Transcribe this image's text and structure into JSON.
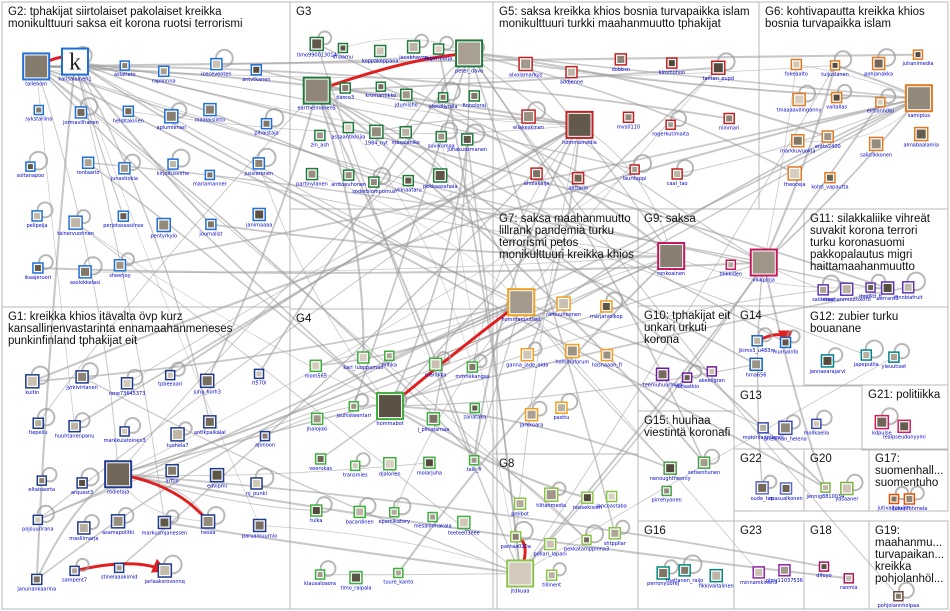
{
  "groups": [
    {
      "id": "G1",
      "title_lines": [
        "G1: kreikka khios itävalta övp kurz",
        "kansallinenvastarinta ennamaahanmeneses",
        "punkinfinland tphakijat eit"
      ],
      "color": "#1e3a8a"
    },
    {
      "id": "G2",
      "title_lines": [
        "G2: tphakijat siirtolaiset pakolaiset kreikka",
        "monikulttuuri saksa eit korona ruotsi terrorismi"
      ],
      "color": "#1f6fd6"
    },
    {
      "id": "G3",
      "title_lines": [
        "G3"
      ],
      "color": "#1f7a3a"
    },
    {
      "id": "G4",
      "title_lines": [
        "G4"
      ],
      "color": "#3fae3f"
    },
    {
      "id": "G5",
      "title_lines": [
        "G5: saksa kreikka khios bosnia turvapaikka islam",
        "monikulttuuri turkki maahanmuutto tphakijat"
      ],
      "color": "#c02020"
    },
    {
      "id": "G6",
      "title_lines": [
        "G6: kohtivapautta kreikka khios",
        "bosnia turvapaikka islam"
      ],
      "color": "#e07a20"
    },
    {
      "id": "G7",
      "title_lines": [
        "G7: saksa maahanmuutto",
        "lillrank pandemia turku",
        "terrorismi petos",
        "monikulttuuri kreikka khios"
      ],
      "color": "#f0a020"
    },
    {
      "id": "G8",
      "title_lines": [
        "G8"
      ],
      "color": "#8bc34a"
    },
    {
      "id": "G9",
      "title_lines": [
        "G9: saksa"
      ],
      "color": "#c2185b"
    },
    {
      "id": "G10",
      "title_lines": [
        "G10: tphakijat eit",
        "unkari urkuti",
        "korona"
      ],
      "color": "#6a1b9a"
    },
    {
      "id": "G11",
      "title_lines": [
        "G11: silakkaliike vihreät",
        "suvakit korona terrori",
        "turku koronasuomi",
        "pakkopalautus migri",
        "haittamaahanmuutto"
      ],
      "color": "#5e35b1"
    },
    {
      "id": "G12",
      "title_lines": [
        "G12: zubier turku",
        "bouanane"
      ],
      "color": "#00838f"
    },
    {
      "id": "G13",
      "title_lines": [
        "G13"
      ],
      "color": "#3949ab"
    },
    {
      "id": "G14",
      "title_lines": [
        "G14"
      ],
      "color": "#1565c0"
    },
    {
      "id": "G15",
      "title_lines": [
        "G15: huuhaa",
        "viestintä koronafi"
      ],
      "color": "#43a047"
    },
    {
      "id": "G16",
      "title_lines": [
        "G16"
      ],
      "color": "#00897b"
    },
    {
      "id": "G17",
      "title_lines": [
        "G17:",
        "suomenhall...",
        "suomentuho"
      ],
      "color": "#e65100"
    },
    {
      "id": "G18",
      "title_lines": [
        "G18"
      ],
      "color": "#ad1457"
    },
    {
      "id": "G19",
      "title_lines": [
        "G19:",
        "maahanmu...",
        "turvapaikan...",
        "kreikka",
        "pohjolanhöl..."
      ],
      "color": "#6d4c41"
    },
    {
      "id": "G20",
      "title_lines": [
        "G20"
      ],
      "color": "#7cb342"
    },
    {
      "id": "G21",
      "title_lines": [
        "G21: politiikka"
      ],
      "color": "#d81b60"
    },
    {
      "id": "G22",
      "title_lines": [
        "G22"
      ],
      "color": "#5c6bc0"
    },
    {
      "id": "G23",
      "title_lines": [
        "G23"
      ],
      "color": "#8e24aa"
    }
  ],
  "nodes": [
    {
      "label": "tallenom",
      "group": "G2"
    },
    {
      "label": "kansalainen1",
      "group": "G2"
    },
    {
      "label": "asiatieto",
      "group": "G2"
    },
    {
      "label": "raplinnna",
      "group": "G2"
    },
    {
      "label": "iceceventen",
      "group": "G2"
    },
    {
      "label": "antvtkanen",
      "group": "G2"
    },
    {
      "label": "sykstariina",
      "group": "G2"
    },
    {
      "label": "jormavilhanen",
      "group": "G2"
    },
    {
      "label": "helditakinen",
      "group": "G2"
    },
    {
      "label": "aplumlenan",
      "group": "G2"
    },
    {
      "label": "maalaisliitto",
      "group": "G2"
    },
    {
      "label": "pihaistaja",
      "group": "G2"
    },
    {
      "label": "soltanapoo",
      "group": "G2"
    },
    {
      "label": "rontaario",
      "group": "G2"
    },
    {
      "label": "junastiokia",
      "group": "G2"
    },
    {
      "label": "kirjoitusvirhe",
      "group": "G2"
    },
    {
      "label": "mariamanner",
      "group": "G2"
    },
    {
      "label": "jussiaronen",
      "group": "G2"
    },
    {
      "label": "pelipeija",
      "group": "G2"
    },
    {
      "label": "tainervuorinen",
      "group": "G2"
    },
    {
      "label": "perjotassasiinse",
      "group": "G2"
    },
    {
      "label": "pentyrkylo",
      "group": "G2"
    },
    {
      "label": "journalist",
      "group": "G2"
    },
    {
      "label": "janimaaaa",
      "group": "G2"
    },
    {
      "label": "ikaajeruori",
      "group": "G2"
    },
    {
      "label": "asolokkelasi",
      "group": "G2"
    },
    {
      "label": "sheerjoy",
      "group": "G2"
    },
    {
      "label": "timo990013014",
      "group": "G3"
    },
    {
      "label": "khaamu",
      "group": "G3"
    },
    {
      "label": "koppakeppana",
      "group": "G3"
    },
    {
      "label": "jacobhavaa",
      "group": "G3"
    },
    {
      "label": "fagermarja",
      "group": "G3"
    },
    {
      "label": "peter_davo",
      "group": "G3"
    },
    {
      "label": "earthelmonen5",
      "group": "G3"
    },
    {
      "label": "pasco3",
      "group": "G3"
    },
    {
      "label": "kromantikko",
      "group": "G3"
    },
    {
      "label": "jdumisho",
      "group": "G3"
    },
    {
      "label": "elekoljyrala",
      "group": "G3"
    },
    {
      "label": "finnoloraj",
      "group": "G3"
    },
    {
      "label": "zin_ash",
      "group": "G3"
    },
    {
      "label": "assaantikkijia",
      "group": "G3"
    },
    {
      "label": "1984_nyt",
      "group": "G3"
    },
    {
      "label": "masalanike",
      "group": "G3"
    },
    {
      "label": "suvikumaa",
      "group": "G3"
    },
    {
      "label": "juhakuosmanen",
      "group": "G3"
    },
    {
      "label": "partinylanen",
      "group": "G3"
    },
    {
      "label": "anttoeuhonen",
      "group": "G3"
    },
    {
      "label": "soderblompomus",
      "group": "G3"
    },
    {
      "label": "villnaataru",
      "group": "G3"
    },
    {
      "label": "pekkaasahaia",
      "group": "G3"
    },
    {
      "label": "mom565",
      "group": "G4"
    },
    {
      "label": "karl_luoppamaa",
      "group": "G4"
    },
    {
      "label": "mihka",
      "group": "G4"
    },
    {
      "label": "marlikka",
      "group": "G4"
    },
    {
      "label": "mrhnekangas",
      "group": "G4"
    },
    {
      "label": "jhalojoki",
      "group": "G4"
    },
    {
      "label": "jauhisteentari",
      "group": "G4"
    },
    {
      "label": "hommabot",
      "group": "G4"
    },
    {
      "label": "j_pihlajamaa",
      "group": "G4"
    },
    {
      "label": "zanataka",
      "group": "G4"
    },
    {
      "label": "veerukas",
      "group": "G4"
    },
    {
      "label": "transmies",
      "group": "G4"
    },
    {
      "label": "djalonen",
      "group": "G4"
    },
    {
      "label": "molarjuha",
      "group": "G4"
    },
    {
      "label": "talk_fi",
      "group": "G4"
    },
    {
      "label": "tulka",
      "group": "G4"
    },
    {
      "label": "bacardinen",
      "group": "G4"
    },
    {
      "label": "epamikatory",
      "group": "G4"
    },
    {
      "label": "mesalinmakala",
      "group": "G4"
    },
    {
      "label": "teetee03eee",
      "group": "G4"
    },
    {
      "label": "klausaloaora",
      "group": "G4"
    },
    {
      "label": "timo_raipala",
      "group": "G4"
    },
    {
      "label": "tuure_kanto",
      "group": "G4"
    },
    {
      "label": "alvolamarkus",
      "group": "G5"
    },
    {
      "label": "addjenne",
      "group": "G5"
    },
    {
      "label": "dobbsn",
      "group": "G5"
    },
    {
      "label": "kimmohoo",
      "group": "G5"
    },
    {
      "label": "tantan_pupd",
      "group": "G5"
    },
    {
      "label": "eliakeskinen",
      "group": "G5"
    },
    {
      "label": "hommamedia",
      "group": "G5"
    },
    {
      "label": "mvs0110",
      "group": "G5"
    },
    {
      "label": "rogerkutimaita",
      "group": "G5"
    },
    {
      "label": "niinmari",
      "group": "G5"
    },
    {
      "label": "aholakaija",
      "group": "G5"
    },
    {
      "label": "anttaria",
      "group": "G5"
    },
    {
      "label": "lauritappi",
      "group": "G5"
    },
    {
      "label": "caal_tao",
      "group": "G5"
    },
    {
      "label": "fokeaalto",
      "group": "G6"
    },
    {
      "label": "tuijusianen",
      "group": "G6"
    },
    {
      "label": "pohjanakka",
      "group": "G6"
    },
    {
      "label": "juhanimedia",
      "group": "G6"
    },
    {
      "label": "tmaaaavilinganny",
      "group": "G6"
    },
    {
      "label": "vaitallas",
      "group": "G6"
    },
    {
      "label": "eirtianh0bi",
      "group": "G6"
    },
    {
      "label": "samipius",
      "group": "G6"
    },
    {
      "label": "markkuvuokla",
      "group": "G6"
    },
    {
      "label": "antta2400",
      "group": "G6"
    },
    {
      "label": "saliclikkonen",
      "group": "G6"
    },
    {
      "label": "almabaalamia",
      "group": "G6"
    },
    {
      "label": "theoceja",
      "group": "G6"
    },
    {
      "label": "kohti_vapautta",
      "group": "G6"
    },
    {
      "label": "ronkoainen",
      "group": "G9"
    },
    {
      "label": "tilikkiden",
      "group": "G9"
    },
    {
      "label": "vilikpinja",
      "group": "G9"
    },
    {
      "label": "hommanuutiset",
      "group": "G7"
    },
    {
      "label": "ramuuhoonen",
      "group": "G7"
    },
    {
      "label": "marjatvolkop",
      "group": "G7"
    },
    {
      "label": "ganna_jade_aida",
      "group": "G7"
    },
    {
      "label": "hommaforum",
      "group": "G7"
    },
    {
      "label": "hasnaaan_fi",
      "group": "G7"
    },
    {
      "label": "jarkkoara",
      "group": "G7"
    },
    {
      "label": "pasttu",
      "group": "G7"
    },
    {
      "label": "teemuhuurmies",
      "group": "G10"
    },
    {
      "label": "sofiaatkio",
      "group": "G10"
    },
    {
      "label": "akeeligran",
      "group": "G10"
    },
    {
      "label": "saidekoo",
      "group": "G11"
    },
    {
      "label": "maahanmuuttokriti",
      "group": "G11"
    },
    {
      "label": "itaalkd_fi",
      "group": "G11"
    },
    {
      "label": "eerrant3",
      "group": "G11"
    },
    {
      "label": "ifinnbiafruit",
      "group": "G11"
    },
    {
      "label": "jannaearajarvi",
      "group": "G12"
    },
    {
      "label": "japeputila",
      "group": "G12"
    },
    {
      "label": "yleuutiset",
      "group": "G12"
    },
    {
      "label": "jkims3_u483m",
      "group": "G14"
    },
    {
      "label": "murnalnfo",
      "group": "G14"
    },
    {
      "label": "hma656",
      "group": "G14"
    },
    {
      "label": "motoriiadmlennl",
      "group": "G13"
    },
    {
      "label": "anellman_helena",
      "group": "G13"
    },
    {
      "label": "mollkaelia",
      "group": "G13"
    },
    {
      "label": "kdpulse",
      "group": "G21"
    },
    {
      "label": "realpseudonyymi",
      "group": "G21"
    },
    {
      "label": "nenoughtheonly",
      "group": "G15"
    },
    {
      "label": "setsenhunen",
      "group": "G15"
    },
    {
      "label": "pirrehyonen",
      "group": "G15"
    },
    {
      "label": "oude_tap",
      "group": "G22"
    },
    {
      "label": "masualkonen",
      "group": "G22"
    },
    {
      "label": "jennig8810034",
      "group": "G20"
    },
    {
      "label": "yasaaner",
      "group": "G20"
    },
    {
      "label": "jutivaltaluijhr",
      "group": "G17"
    },
    {
      "label": "queenfohmela",
      "group": "G17"
    },
    {
      "label": "perronyuorej",
      "group": "G16"
    },
    {
      "label": "toatlanen_raijo",
      "group": "G16"
    },
    {
      "label": "fikkivaitalinen",
      "group": "G16"
    },
    {
      "label": "minnamkinen9",
      "group": "G23"
    },
    {
      "label": "plmr11037536",
      "group": "G23"
    },
    {
      "label": "dlfoyo",
      "group": "G18"
    },
    {
      "label": "raomia",
      "group": "G18"
    },
    {
      "label": "pohjolannholpaa",
      "group": "G19"
    },
    {
      "label": "pmlbot",
      "group": "G8"
    },
    {
      "label": "tilitanmedia",
      "group": "G8"
    },
    {
      "label": "nossekisom",
      "group": "G8"
    },
    {
      "label": "lancoastaba",
      "group": "G8"
    },
    {
      "label": "pantaa020a",
      "group": "G8"
    },
    {
      "label": "pollari_lapani",
      "group": "G8"
    },
    {
      "label": "pekkatamppinna3",
      "group": "G8"
    },
    {
      "label": "shtppllar",
      "group": "G8"
    },
    {
      "label": "jtdkuaa",
      "group": "G8"
    },
    {
      "label": "tillinent",
      "group": "G8"
    },
    {
      "label": "kuitin",
      "group": "G1"
    },
    {
      "label": "jyrkivirtanen",
      "group": "G1"
    },
    {
      "label": "rane73645373",
      "group": "G1"
    },
    {
      "label": "tpbeeaari",
      "group": "G1"
    },
    {
      "label": "juha_korh3",
      "group": "G1"
    },
    {
      "label": "rt570i",
      "group": "G1"
    },
    {
      "label": "tiepeliu",
      "group": "G1"
    },
    {
      "label": "huuhtanenpanu",
      "group": "G1"
    },
    {
      "label": "markkulatoinen3",
      "group": "G1"
    },
    {
      "label": "tuohela7",
      "group": "G1"
    },
    {
      "label": "antikpaikalal",
      "group": "G1"
    },
    {
      "label": "ajonoon",
      "group": "G1"
    },
    {
      "label": "eltaisaorta",
      "group": "G1"
    },
    {
      "label": "arquest3",
      "group": "G1"
    },
    {
      "label": "rodietaja",
      "group": "G1"
    },
    {
      "label": "arftio",
      "group": "G1"
    },
    {
      "label": "edvipmi",
      "group": "G1"
    },
    {
      "label": "nj_punki",
      "group": "G1"
    },
    {
      "label": "pojsuurirana",
      "group": "G1"
    },
    {
      "label": "masllimarja",
      "group": "G1"
    },
    {
      "label": "asamapolitki",
      "group": "G1"
    },
    {
      "label": "markusmjanessen",
      "group": "G1"
    },
    {
      "label": "hessa",
      "group": "G1"
    },
    {
      "label": "paruamuurnio",
      "group": "G1"
    },
    {
      "label": "janunankaarina",
      "group": "G1"
    },
    {
      "label": "sampent7",
      "group": "G1"
    },
    {
      "label": "stinelaaakimid",
      "group": "G1"
    },
    {
      "label": "jarlaaksrovonnq",
      "group": "G1"
    }
  ]
}
